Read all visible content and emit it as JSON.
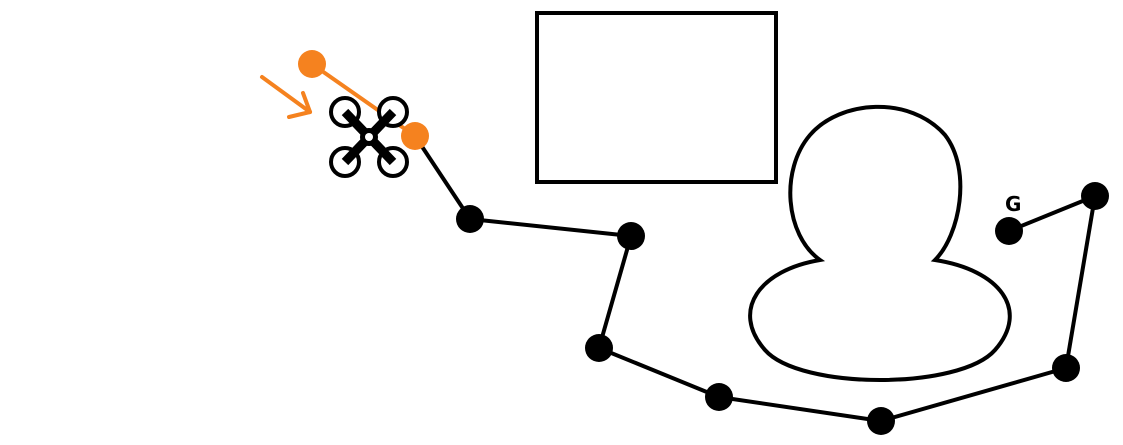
{
  "diagram": {
    "goal_label": "G",
    "colors": {
      "path": "#000000",
      "highlight": "#f5821f",
      "background": "#ffffff"
    },
    "icons": {
      "drone": "quadcopter-drone-icon",
      "arrow": "orange-arrow-icon"
    },
    "obstacles": [
      "rectangle",
      "person-silhouette"
    ],
    "waypoint_count": 10,
    "highlighted_waypoint_count": 2
  }
}
